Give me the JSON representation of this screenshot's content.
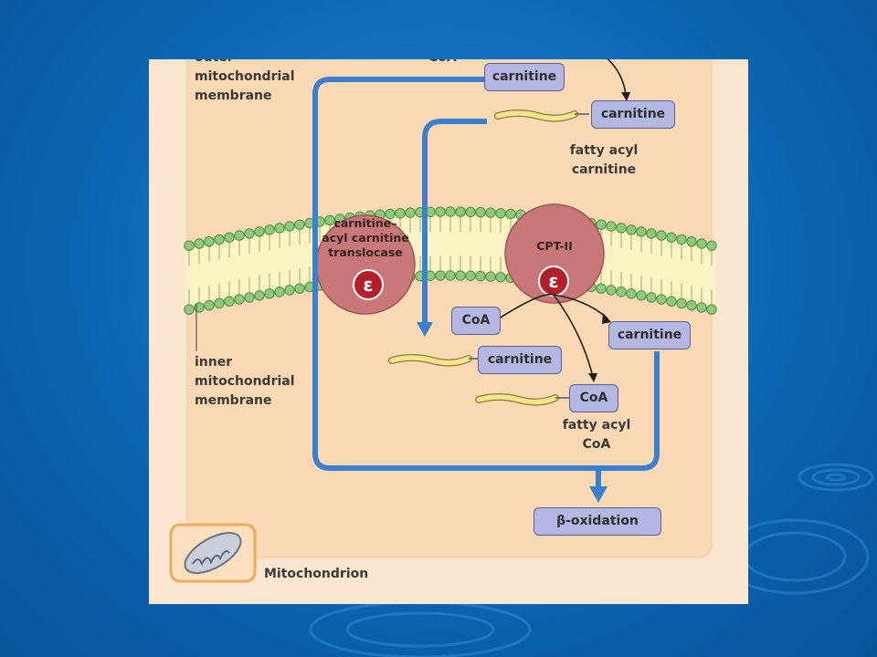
{
  "labels": {
    "outer_membrane": [
      "outer",
      "mitochondrial",
      "membrane"
    ],
    "inner_membrane": [
      "inner",
      "mitochondrial",
      "membrane"
    ],
    "fatty_acyl_carnitine": [
      "fatty acyl",
      "carnitine"
    ],
    "fatty_acyl_coa": [
      "fatty acyl",
      "CoA"
    ],
    "top_coa": "CoA",
    "mitochondrion": "Mitochondrion"
  },
  "enzymes": {
    "translocase": [
      "carnitine–",
      "acyl carnitine",
      "translocase"
    ],
    "cpt2": "CPT-II"
  },
  "boxes": {
    "carnitine_top": "carnitine",
    "carnitine_acyl_top": "carnitine",
    "coa_left": "CoA",
    "carnitine_right": "carnitine",
    "carnitine_acyl_mid": "carnitine",
    "coa_acyl": "CoA",
    "beta_oxidation": "β-oxidation"
  },
  "colors": {
    "arrow_blue": "#3a7fd0",
    "box_fill": "#b4b7e2",
    "enzyme_fill": "#c9787a",
    "membrane_head": "#8fc97c",
    "fatty_chain": "#f4e58c"
  }
}
